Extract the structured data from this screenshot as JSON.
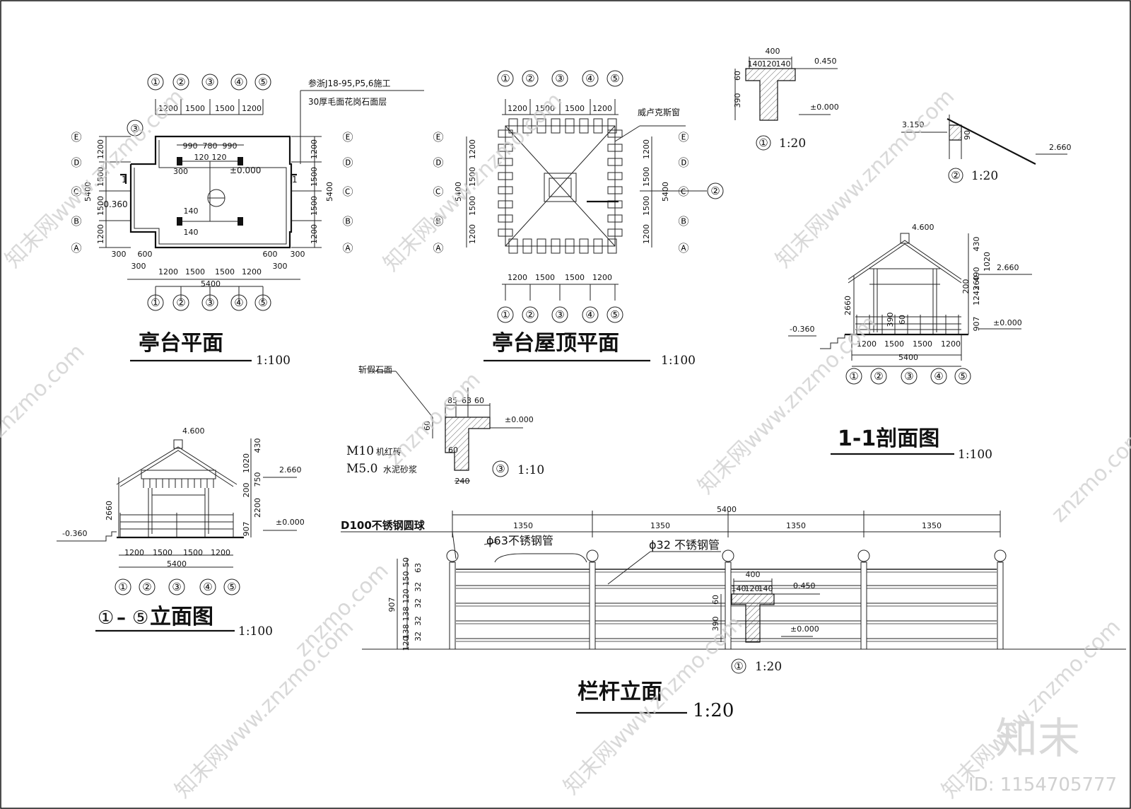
{
  "plan": {
    "title": "亭台平面",
    "scale": "1:100",
    "note_ref": "参浙J18-95,P5,6施工",
    "note_stone": "30厚毛面花岗石面层",
    "axes_num": [
      "①",
      "②",
      "③",
      "④",
      "⑤"
    ],
    "axes_let": [
      "Ⓔ",
      "Ⓓ",
      "Ⓒ",
      "Ⓑ",
      "Ⓐ"
    ],
    "dims": [
      "1200",
      "1500",
      "1500",
      "1200"
    ],
    "total": "5400",
    "d990a": "990",
    "d780": "780",
    "d990b": "990",
    "d120a": "120",
    "d120b": "120",
    "d300": "300",
    "d600": "600",
    "d140a": "140",
    "d140b": "140",
    "lvl0": "±0.000",
    "lvl_neg": "-0.360",
    "sec_tag": "1",
    "detail_tag": "③"
  },
  "roof": {
    "title": "亭台屋顶平面",
    "scale": "1:100",
    "window_note": "威卢克斯窗",
    "sec2_tag": "②"
  },
  "detail1": {
    "d400": "400",
    "d140a": "140",
    "d120": "120",
    "d140b": "140",
    "d60": "60",
    "d390": "390",
    "lvl_top": "0.450",
    "lvl0": "±0.000",
    "tag": "①",
    "scale": "1:20"
  },
  "detail2": {
    "lvl_a": "3.150",
    "lvl_b": "2.660",
    "d90": "90",
    "tag": "②",
    "scale": "1:20"
  },
  "section": {
    "title": "1-1剖面图",
    "scale": "1:100",
    "lvl_top": "4.600",
    "lvl_mid": "2.660",
    "lvl0": "±0.000",
    "lvl_neg": "-0.360",
    "v430": "430",
    "v1020": "1020",
    "v490": "490",
    "v200": "200",
    "v1243": "1243",
    "v260": "260",
    "v2660": "2660",
    "v907": "907",
    "v390": "390",
    "v60": "60"
  },
  "detail3": {
    "note_stone": "斩假石面",
    "d85": "85",
    "d63": "63",
    "d60": "60",
    "v60a": "60",
    "v60b": "60",
    "d240": "240",
    "brick": "M10",
    "brick_sfx": "机红砖",
    "mortar": "M5.0",
    "mortar_sfx": "水泥砂浆",
    "lvl0": "±0.000",
    "tag": "③",
    "scale": "1:10"
  },
  "elev": {
    "title_a": "①",
    "title_dash": "–",
    "title_b": "⑤",
    "title_rest": "立面图",
    "scale": "1:100",
    "lvl_top": "4.600",
    "lvl_mid": "2.660",
    "lvl0": "±0.000",
    "lvl_neg": "-0.360",
    "v430": "430",
    "v1020": "1020",
    "v750": "750",
    "v200": "200",
    "v2200": "2200",
    "v2660": "2660",
    "v907": "907"
  },
  "railing": {
    "title": "栏杆立面",
    "scale": "1:20",
    "span": "1350",
    "total": "5400",
    "ball": "D100不锈钢圆球",
    "pipe63": "ϕ63不锈钢管",
    "pipe32": "ϕ32 不锈钢管",
    "v50": "50",
    "v63": "63",
    "v150": "150",
    "v32": "32",
    "v120": "120",
    "v138": "138",
    "v907": "907",
    "tag": "①",
    "scale_detail": "1:20"
  },
  "watermark": {
    "site": "znzmo.com",
    "brand": "知末网www.znzmo.com",
    "logo": "知末",
    "id": "ID: 1154705777"
  }
}
